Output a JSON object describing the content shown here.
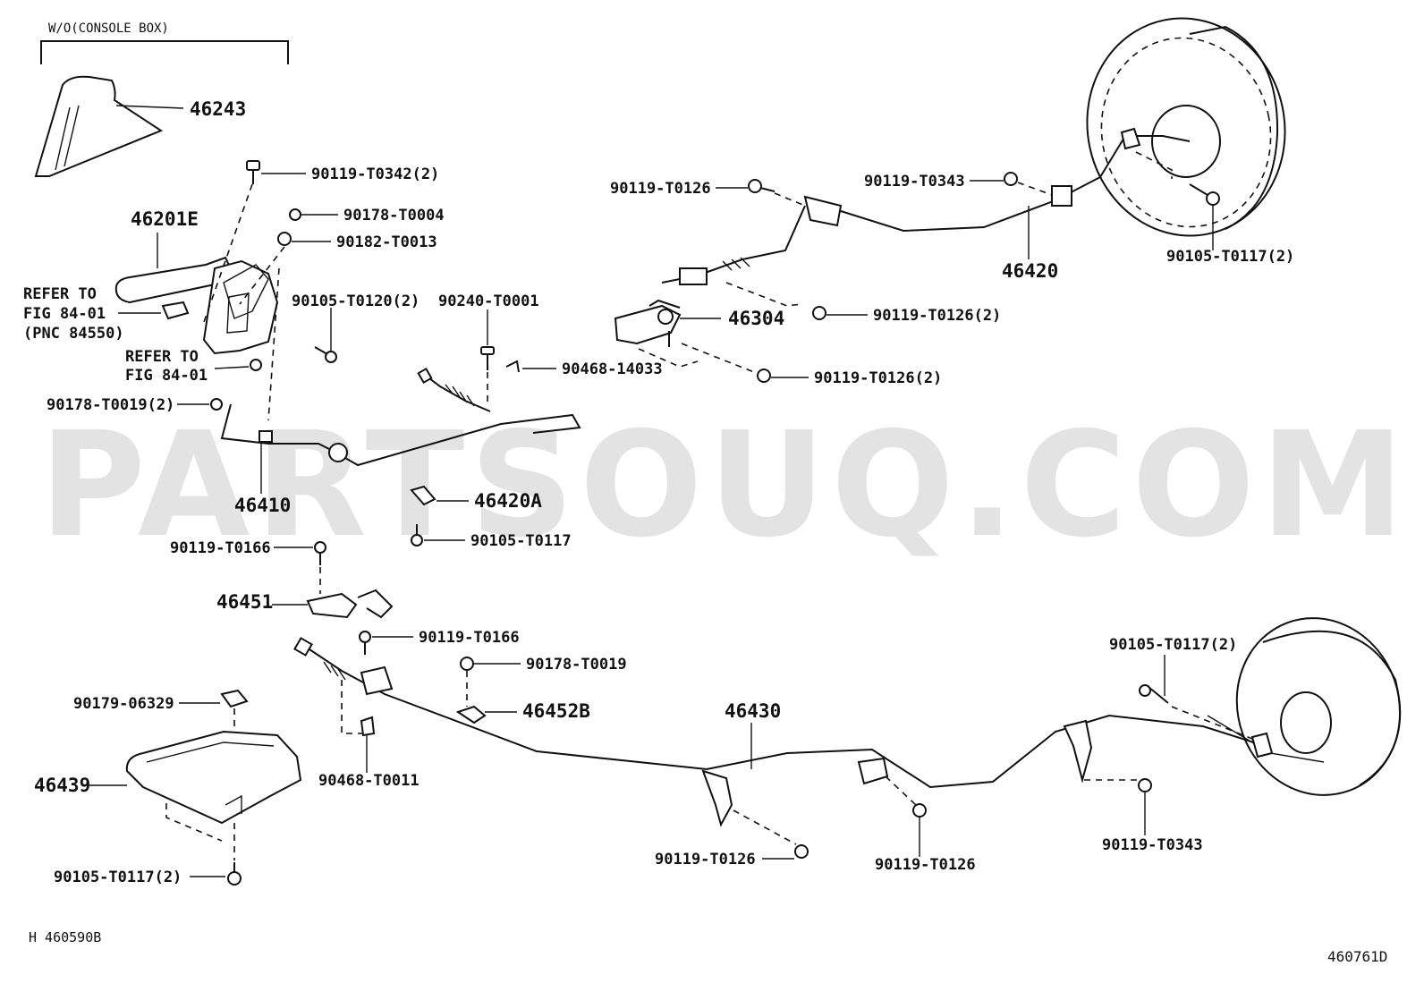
{
  "watermark": "PARTSOUQ.COM",
  "section_label": "W/O(CONSOLE BOX)",
  "refer_notes": {
    "top": [
      "REFER TO",
      "FIG 84-01",
      "(PNC 84550)"
    ],
    "bottom": [
      "REFER TO",
      "FIG 84-01"
    ]
  },
  "illustration_codes": {
    "left": "H 460590B",
    "right": "460761D"
  },
  "parts": {
    "p46243": "46243",
    "p90119_T0342": "90119-T0342(2)",
    "p90178_T0004": "90178-T0004",
    "p46201E": "46201E",
    "p90182_T0013": "90182-T0013",
    "p90105_T0120": "90105-T0120(2)",
    "p90240_T0001": "90240-T0001",
    "p90468_14033": "90468-14033",
    "p90178_T0019_2": "90178-T0019(2)",
    "p46410": "46410",
    "p46420A": "46420A",
    "p90105_T0117_a": "90105-T0117",
    "p90119_T0166_a": "90119-T0166",
    "p46451": "46451",
    "p90119_T0166_b": "90119-T0166",
    "p90178_T0019": "90178-T0019",
    "p90179_06329": "90179-06329",
    "p46452B": "46452B",
    "p46439": "46439",
    "p90468_T0011": "90468-T0011",
    "p90105_T0117_2_bl": "90105-T0117(2)",
    "p90119_T0126_top": "90119-T0126",
    "p90119_T0343_top": "90119-T0343",
    "p46420": "46420",
    "p90105_T0117_2_tr": "90105-T0117(2)",
    "p46304": "46304",
    "p90119_T0126_2_a": "90119-T0126(2)",
    "p90119_T0126_2_b": "90119-T0126(2)",
    "p90105_T0117_2_br": "90105-T0117(2)",
    "p46430": "46430",
    "p90119_T0126_b1": "90119-T0126",
    "p90119_T0126_b2": "90119-T0126",
    "p90119_T0343_b": "90119-T0343"
  }
}
